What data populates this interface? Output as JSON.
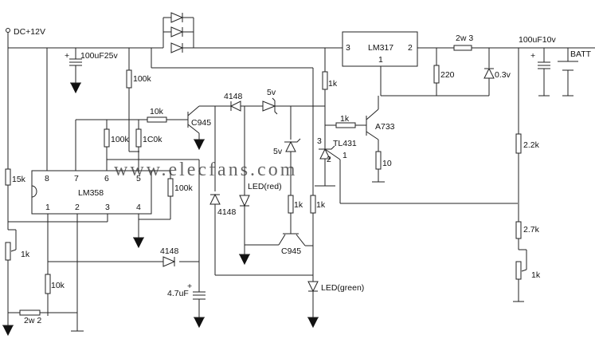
{
  "diagram": {
    "title": "LM317 / LM358 battery charger schematic",
    "watermark": "www.elecfans.com",
    "power": {
      "supply": "DC+12V",
      "battery": "BATT"
    },
    "ics": {
      "lm358": {
        "name": "LM358",
        "pins": [
          "8",
          "7",
          "6",
          "5",
          "1",
          "2",
          "3",
          "4"
        ]
      },
      "lm317": {
        "name": "LM317",
        "pin_in": "3",
        "pin_out": "2",
        "pin_adj": "1"
      },
      "tl431": {
        "name": "TL431",
        "pin_k": "3",
        "pin_a": "2",
        "pin_ref": "1"
      }
    },
    "transistors": {
      "q1": "C945",
      "q2": "A733",
      "q3": "C945"
    },
    "capacitors": {
      "c_in": "100uF25v",
      "c_out": "100uF10v",
      "c_timer": "4.7uF",
      "plus": "+"
    },
    "diodes": {
      "d_top": "4148",
      "d_zener_top": "5v",
      "d_zener_mid": "5v",
      "d_vert": "4148",
      "d_bottom": "4148",
      "d_schottky": "0.3v",
      "led_red": "LED(red)",
      "led_green": "LED(green)"
    },
    "resistors": {
      "r_100k_top": "100k",
      "r_10k_base": "10k",
      "r_100k_a": "100k",
      "r_100k_b": "1C0k",
      "r_100k_c": "100k",
      "r_15k": "15k",
      "pot_1k_left": "1k",
      "r_10k_left": "10k",
      "r_2w2": "2w  2",
      "r_1k_top": "1k",
      "r_1k_base": "1k",
      "r_10": "10",
      "r_220": "220",
      "r_2w3": "2w 3",
      "r_2_2k": "2.2k",
      "r_2_7k": "2.7k",
      "pot_1k_right": "1k",
      "r_1k_led_a": "1k",
      "r_1k_led_b": "1k"
    }
  }
}
